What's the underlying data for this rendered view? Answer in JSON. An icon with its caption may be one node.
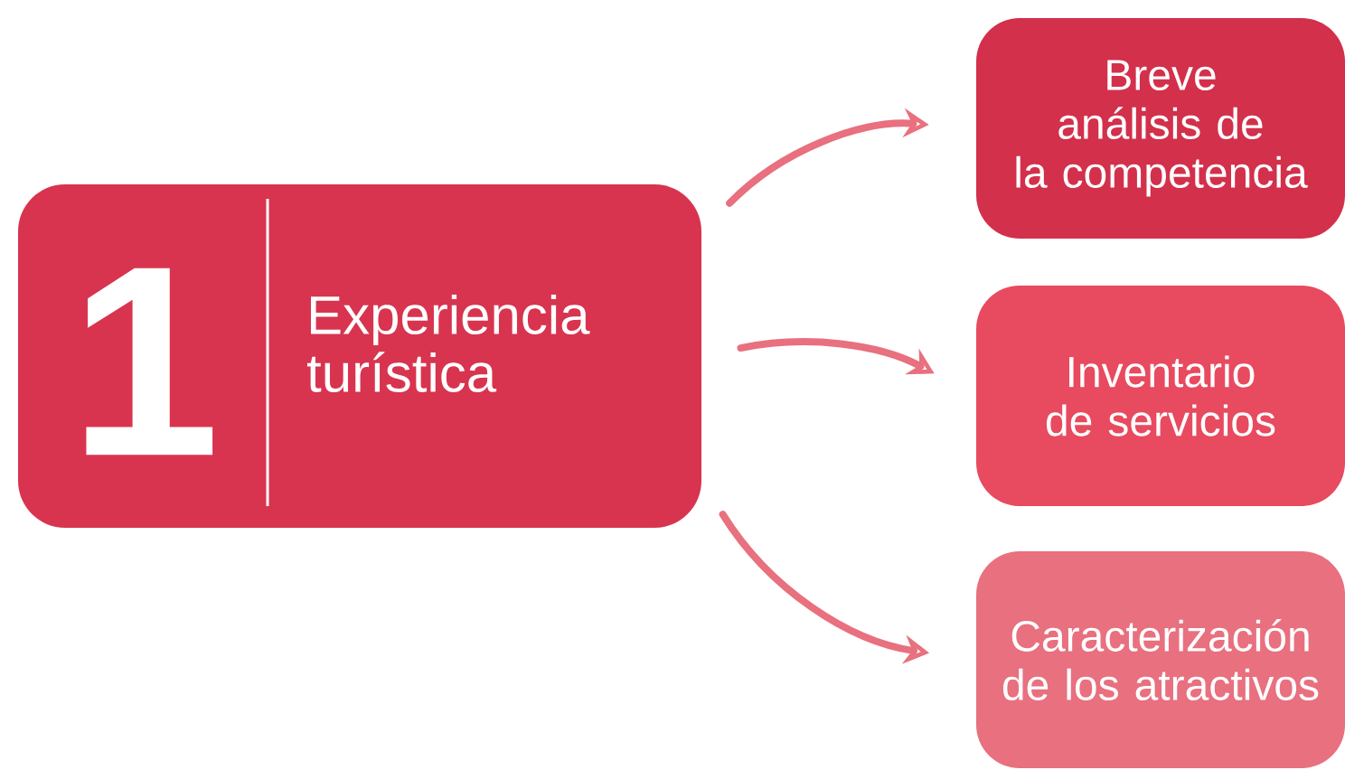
{
  "diagram": {
    "nodes": [
      {
        "text": [
          "1",
          "Experiencia turística"
        ]
      },
      {
        "text": [
          "Breve análisis de la competencia"
        ]
      },
      {
        "text": [
          "Inventario de servicios"
        ]
      },
      {
        "text": [
          "Caracterización de los atractivos"
        ]
      }
    ],
    "edges": [
      {
        "from": 0,
        "to": 1,
        "arrow": "to"
      },
      {
        "from": 0,
        "to": 2,
        "arrow": "to"
      },
      {
        "from": 0,
        "to": 3,
        "arrow": "to"
      }
    ]
  }
}
